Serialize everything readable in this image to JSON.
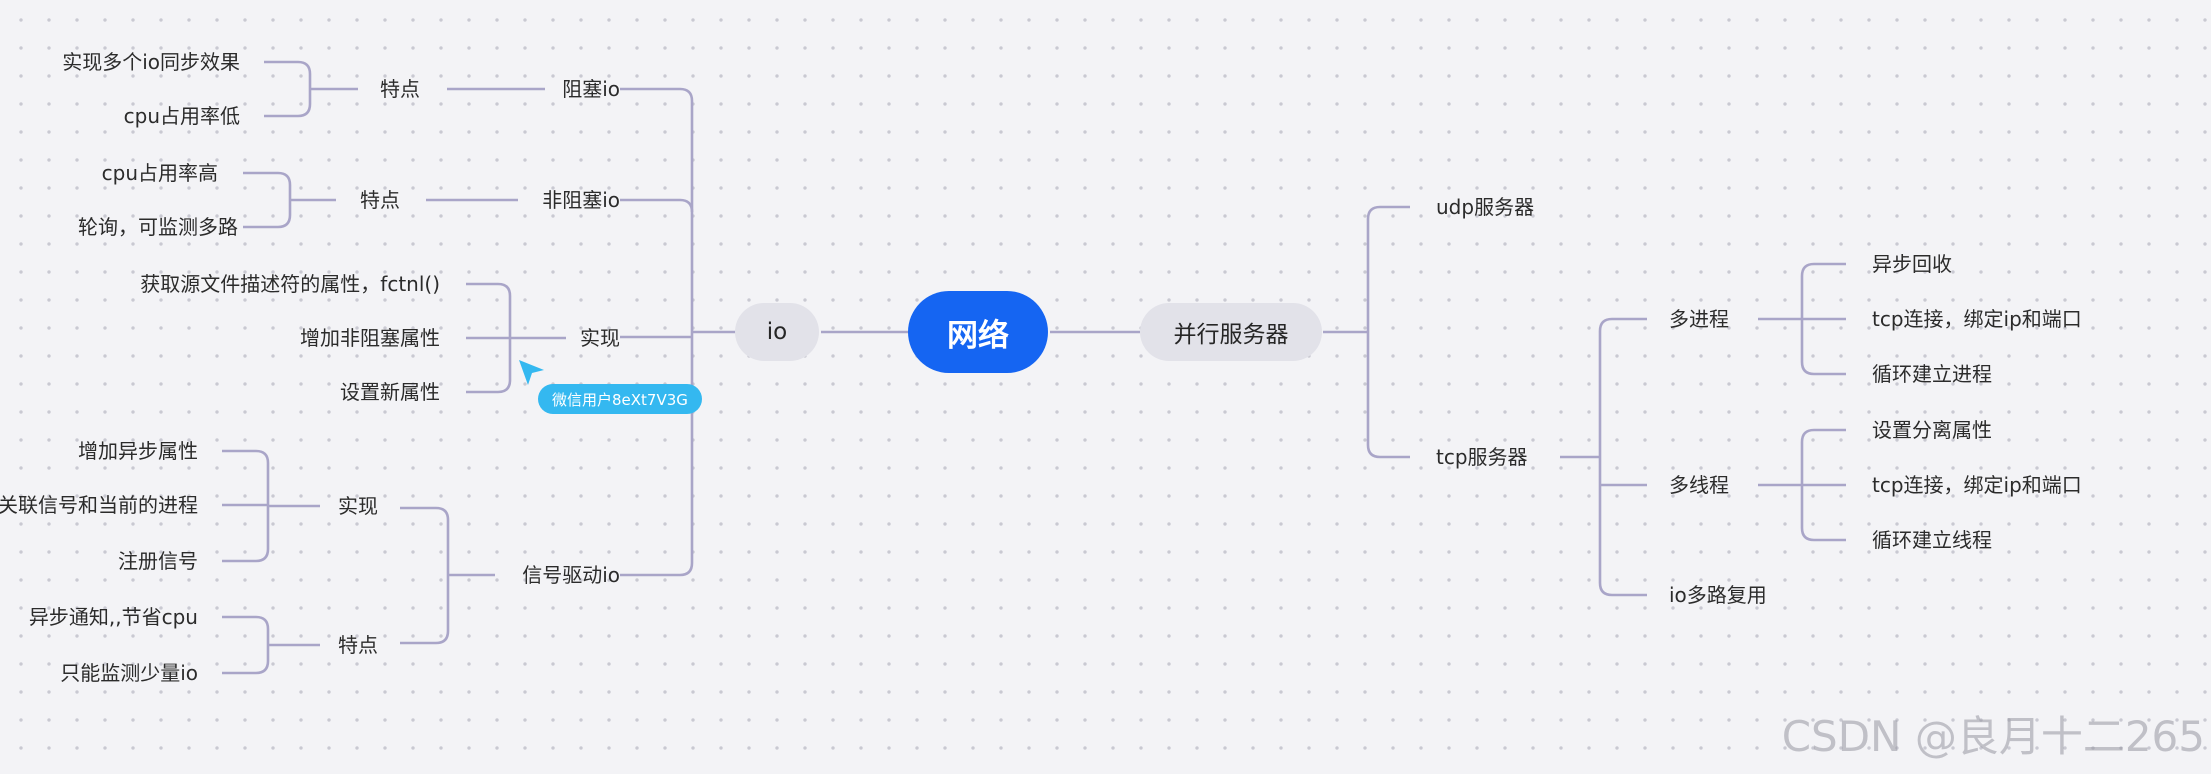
{
  "root": {
    "label": "网络"
  },
  "branches": {
    "io": {
      "label": "io",
      "blocking": {
        "label": "阻塞io",
        "feature": {
          "label": "特点",
          "items": [
            "实现多个io同步效果",
            "cpu占用率低"
          ]
        }
      },
      "nonblocking": {
        "label": "非阻塞io",
        "feature": {
          "label": "特点",
          "items": [
            "cpu占用率高",
            "轮询，可监测多路"
          ]
        }
      },
      "impl": {
        "label": "实现",
        "items": [
          "获取源文件描述符的属性，fctnl()",
          "增加非阻塞属性",
          "设置新属性"
        ]
      },
      "signal": {
        "label": "信号驱动io",
        "impl": {
          "label": "实现",
          "items": [
            "增加异步属性",
            "关联信号和当前的进程",
            "注册信号"
          ]
        },
        "feature": {
          "label": "特点",
          "items": [
            "异步通知,,节省cpu",
            "只能监测少量io"
          ]
        }
      }
    },
    "server": {
      "label": "并行服务器",
      "udp": {
        "label": "udp服务器"
      },
      "tcp": {
        "label": "tcp服务器",
        "multiprocess": {
          "label": "多进程",
          "items": [
            "异步回收",
            "tcp连接，绑定ip和端口",
            "循环建立进程"
          ]
        },
        "multithread": {
          "label": "多线程",
          "items": [
            "设置分离属性",
            "tcp连接，绑定ip和端口",
            "循环建立线程"
          ]
        },
        "iomux": {
          "label": "io多路复用"
        }
      }
    }
  },
  "collaborator": {
    "label": "微信用户8eXt7V3G",
    "color": "#34b8f0"
  },
  "watermark": "CSDN @良月十二265",
  "colors": {
    "root_fill": "#1565f2",
    "pill_fill": "#e2e2e9",
    "connector": "#a9a5c8",
    "background": "#f3f3f6"
  }
}
